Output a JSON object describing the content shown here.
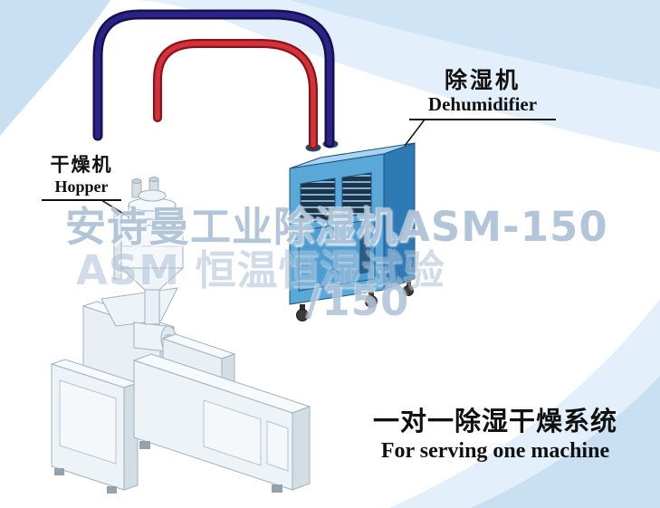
{
  "labels": {
    "hopper": {
      "zh": "干燥机",
      "en": "Hopper"
    },
    "dehumidifier": {
      "zh": "除湿机",
      "en": "Dehumidifier"
    }
  },
  "caption": {
    "zh": "一对一除湿干燥系统",
    "en": "For serving one machine"
  },
  "watermark": {
    "line1": "安诗曼工业除湿机ASM-150",
    "line2": "ASM 恒温恒湿试验",
    "line3": "/150"
  },
  "colors": {
    "cabinet_front": "#59a8d8",
    "cabinet_side": "#2e7ab5",
    "cabinet_top": "#a9d4ef",
    "pipe_cold": "#2b2486",
    "pipe_cold_dark": "#141052",
    "pipe_hot": "#d2333b",
    "pipe_hot_dark": "#8e1016",
    "swoosh_light": "#e3effa",
    "swoosh_medium": "#c9dff2",
    "label_text": "#101010",
    "watermark_text": "#9fb6cf"
  }
}
